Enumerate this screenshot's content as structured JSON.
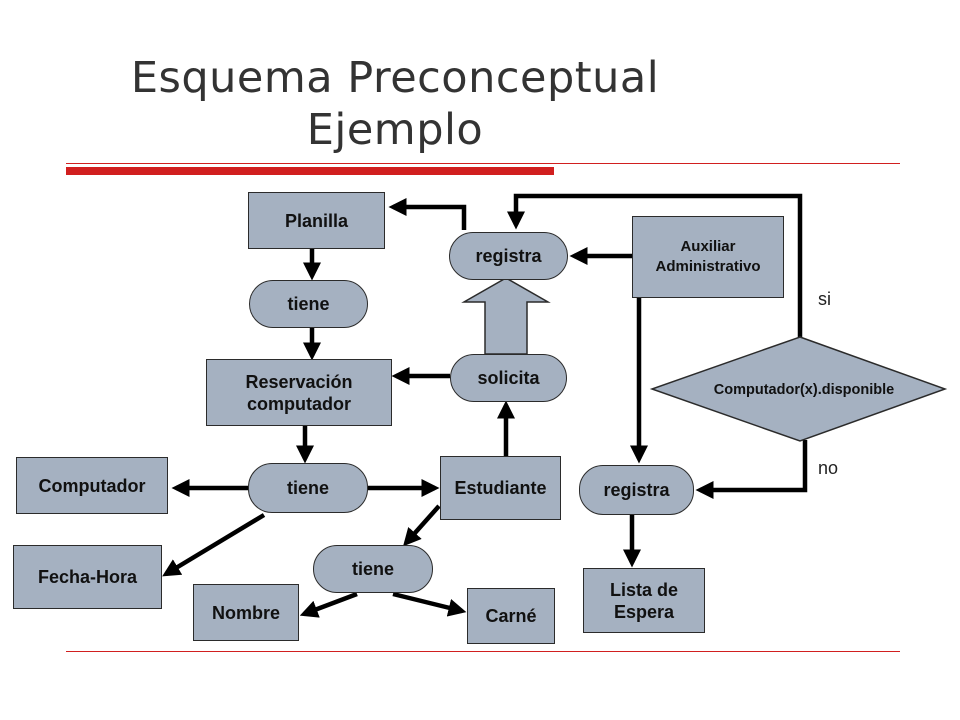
{
  "slide": {
    "title_line1": "Esquema Preconceptual",
    "title_line2": "Ejemplo"
  },
  "colors": {
    "node_fill": "#a5b1c1",
    "accent_red": "#d11f1f",
    "arrow": "#000000"
  },
  "nodes": {
    "planilla": "Planilla",
    "tiene_1": "tiene",
    "reservacion": "Reservación\ncomputador",
    "computador": "Computador",
    "tiene_2": "tiene",
    "estudiante": "Estudiante",
    "fecha_hora": "Fecha-Hora",
    "tiene_3": "tiene",
    "nombre": "Nombre",
    "carne": "Carné",
    "registra_top": "registra",
    "solicita": "solicita",
    "auxiliar": "Auxiliar\nAdministrativo",
    "condicion": "Computador(x).disponible",
    "registra_bottom": "registra",
    "lista_espera": "Lista de\nEspera"
  },
  "labels": {
    "si": "si",
    "no": "no"
  }
}
